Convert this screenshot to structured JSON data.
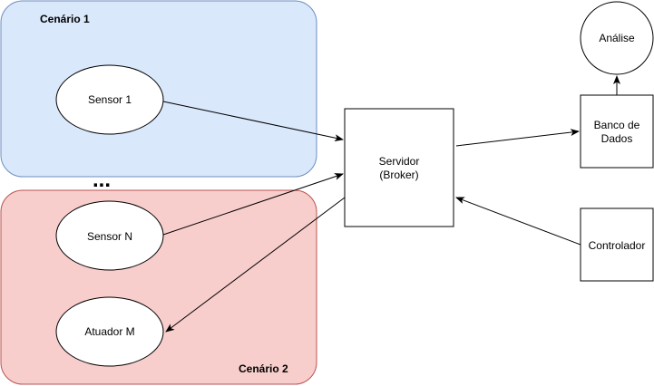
{
  "colors": {
    "scenario1_fill": "#dae8fc",
    "scenario1_stroke": "#6c8ebf",
    "scenario2_fill": "#f8cecc",
    "scenario2_stroke": "#b85450",
    "node_fill": "#ffffff",
    "stroke": "#000000"
  },
  "regions": {
    "scenario1": {
      "label": "Cenário 1"
    },
    "scenario2": {
      "label": "Cenário 2"
    }
  },
  "ellipsis": {
    "text": "..."
  },
  "nodes": {
    "sensor1": {
      "label": "Sensor 1"
    },
    "sensorN": {
      "label": "Sensor N"
    },
    "atuadorM": {
      "label": "Atuador M"
    },
    "servidor": {
      "line1": "Servidor",
      "line2": "(Broker)"
    },
    "banco": {
      "line1": "Banco de",
      "line2": "Dados"
    },
    "analise": {
      "label": "Análise"
    },
    "controlador": {
      "label": "Controlador"
    }
  }
}
